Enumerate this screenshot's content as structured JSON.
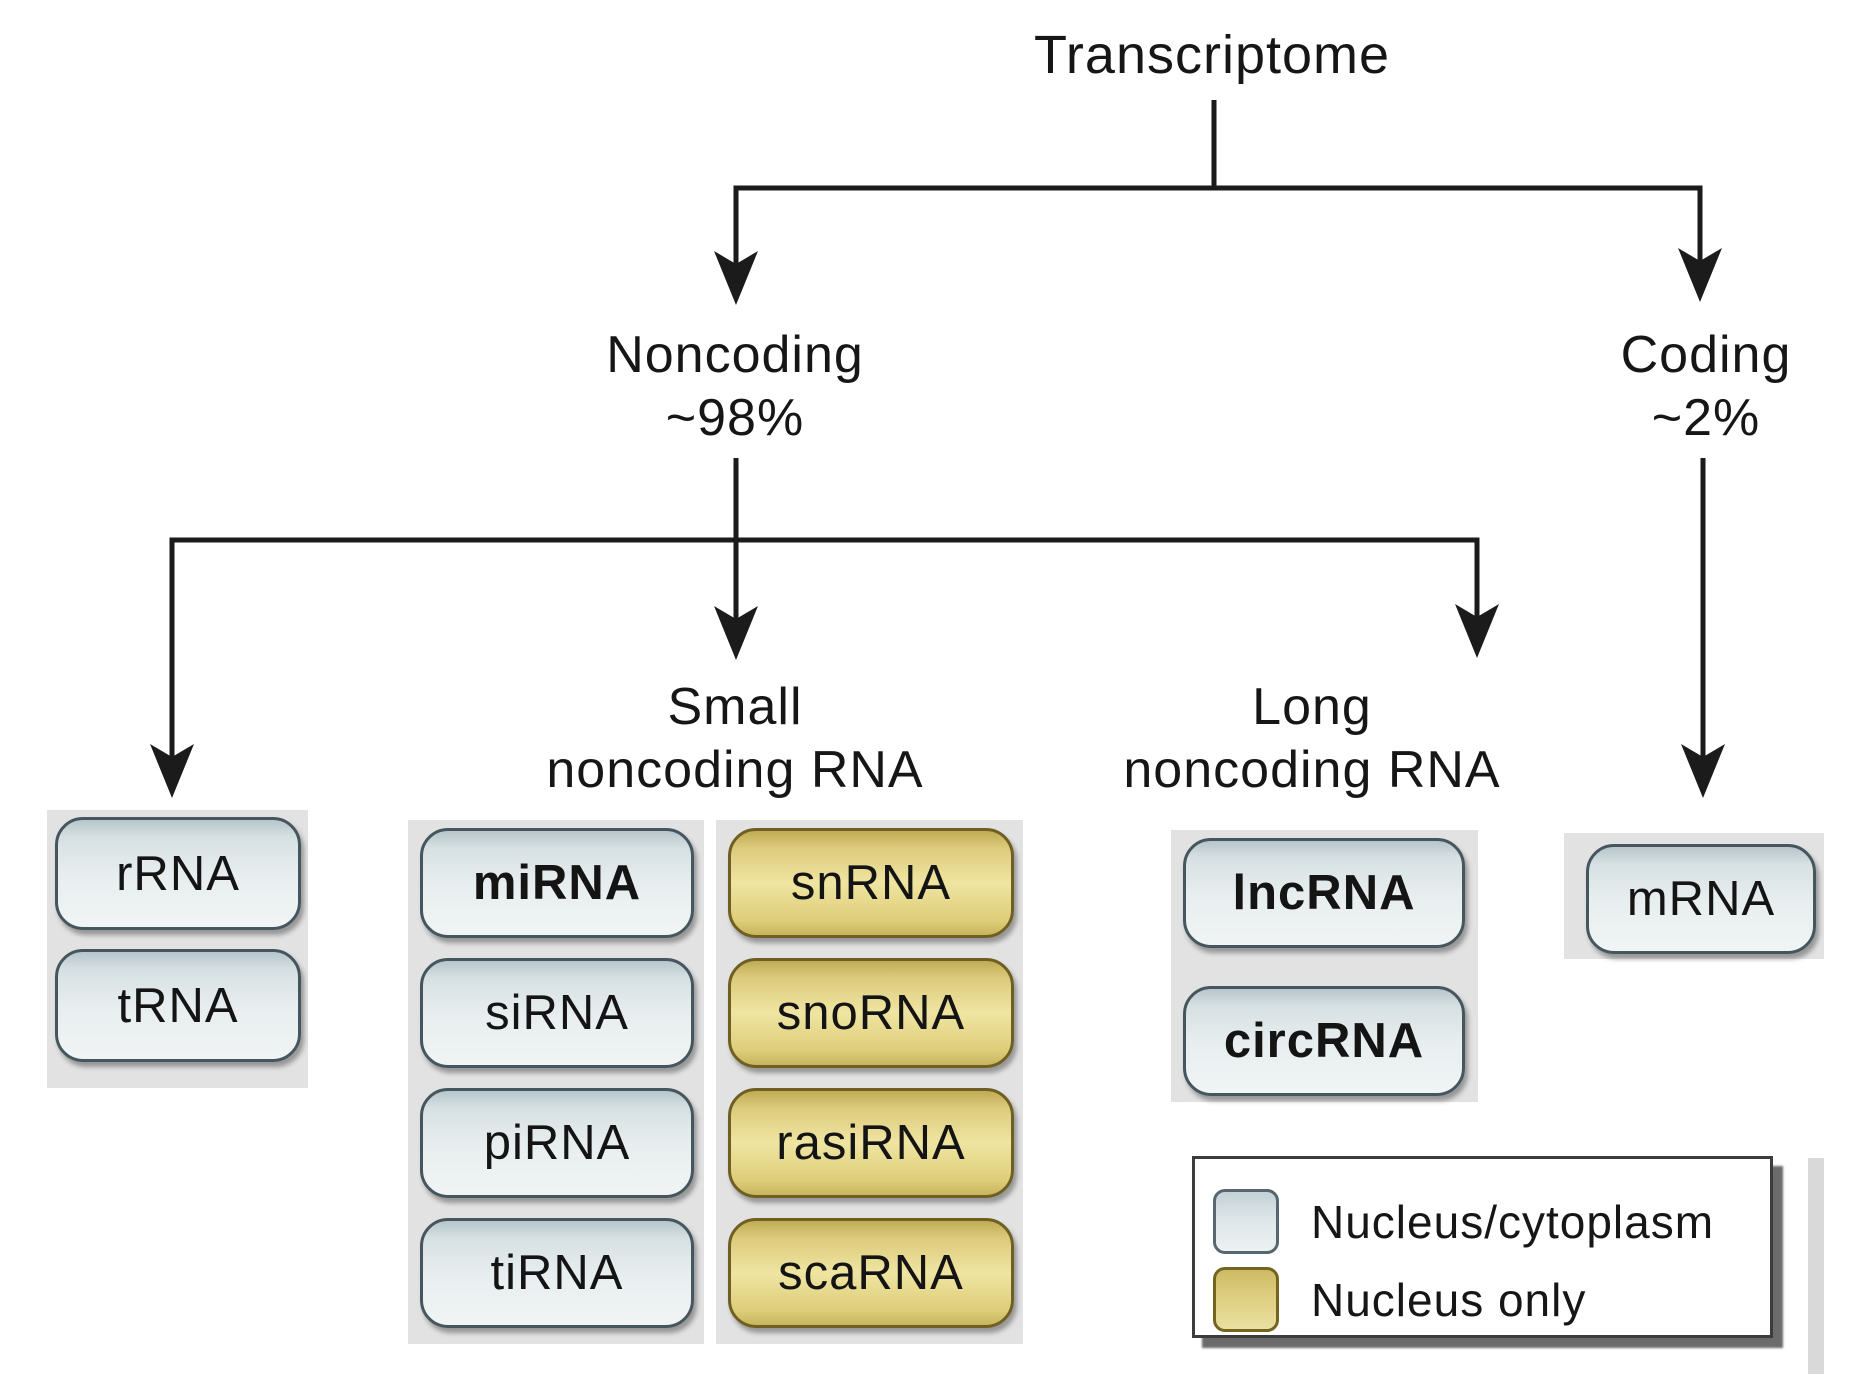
{
  "title": "Transcriptome",
  "branches": {
    "noncoding": {
      "label": "Noncoding",
      "pct": "~98%"
    },
    "coding": {
      "label": "Coding",
      "pct": "~2%"
    },
    "small": {
      "line1": "Small",
      "line2": "noncoding RNA"
    },
    "long": {
      "line1": "Long",
      "line2": "noncoding RNA"
    }
  },
  "boxes": {
    "rrna": "rRNA",
    "trna": "tRNA",
    "mirna": "miRNA",
    "sirna": "siRNA",
    "pirna": "piRNA",
    "tirna": "tiRNA",
    "snrna": "snRNA",
    "snorna": "snoRNA",
    "rasirna": "rasiRNA",
    "scarna": "scaRNA",
    "lncrna": "lncRNA",
    "circrna": "circRNA",
    "mrna": "mRNA"
  },
  "legend": {
    "items": [
      {
        "label": "Nucleus/cytoplasm",
        "color": "#dde6e8"
      },
      {
        "label": "Nucleus only",
        "color": "#e0d083"
      }
    ]
  },
  "colors": {
    "nucleus_cytoplasm_fill": "#e8eeef",
    "nucleus_cytoplasm_border": "#46565e",
    "nucleus_only_fill": "#efe5a2",
    "nucleus_only_border": "#6f5f23",
    "connector": "#1b1b1b",
    "panel_background": "#e2e2e2"
  }
}
